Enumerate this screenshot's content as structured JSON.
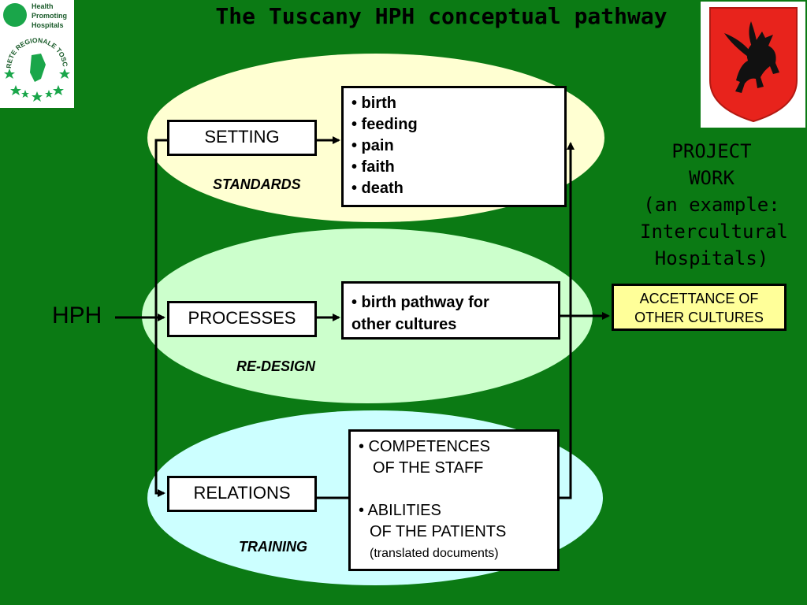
{
  "title": "The Tuscany HPH conceptual pathway",
  "logo_hph": {
    "lines": [
      "Health",
      "Promoting",
      "Hospitals"
    ],
    "ring_text": "RETE REGIONALE TOSCANA"
  },
  "hph_label": "HPH",
  "nodes": {
    "setting": "SETTING",
    "processes": "PROCESSES",
    "relations": "RELATIONS"
  },
  "phases": {
    "standards": "STANDARDS",
    "redesign": "RE-DESIGN",
    "training": "TRAINING"
  },
  "list_top": [
    "• birth",
    "• feeding",
    "• pain",
    "• faith",
    "• death"
  ],
  "list_mid": [
    "• birth pathway for",
    "other cultures"
  ],
  "list_bot": [
    "• COMPETENCES",
    "  OF THE STAFF",
    "",
    "• ABILITIES",
    "  OF THE PATIENTS",
    "(translated documents)"
  ],
  "project_work": [
    "PROJECT",
    "WORK",
    "(an example:",
    "Intercultural",
    "Hospitals)"
  ],
  "outcome": [
    "ACCETTANCE OF",
    "OTHER CULTURES"
  ],
  "colors": {
    "background": "#0b7a14",
    "ellipse_top": "#ffffd2",
    "ellipse_mid": "#ccffcc",
    "ellipse_bot": "#ccffff",
    "outcome_fill": "#ffff99",
    "shield_red": "#e8231c"
  },
  "icons": [
    "hph-logo-icon",
    "tuscany-pegasus-shield-icon"
  ]
}
